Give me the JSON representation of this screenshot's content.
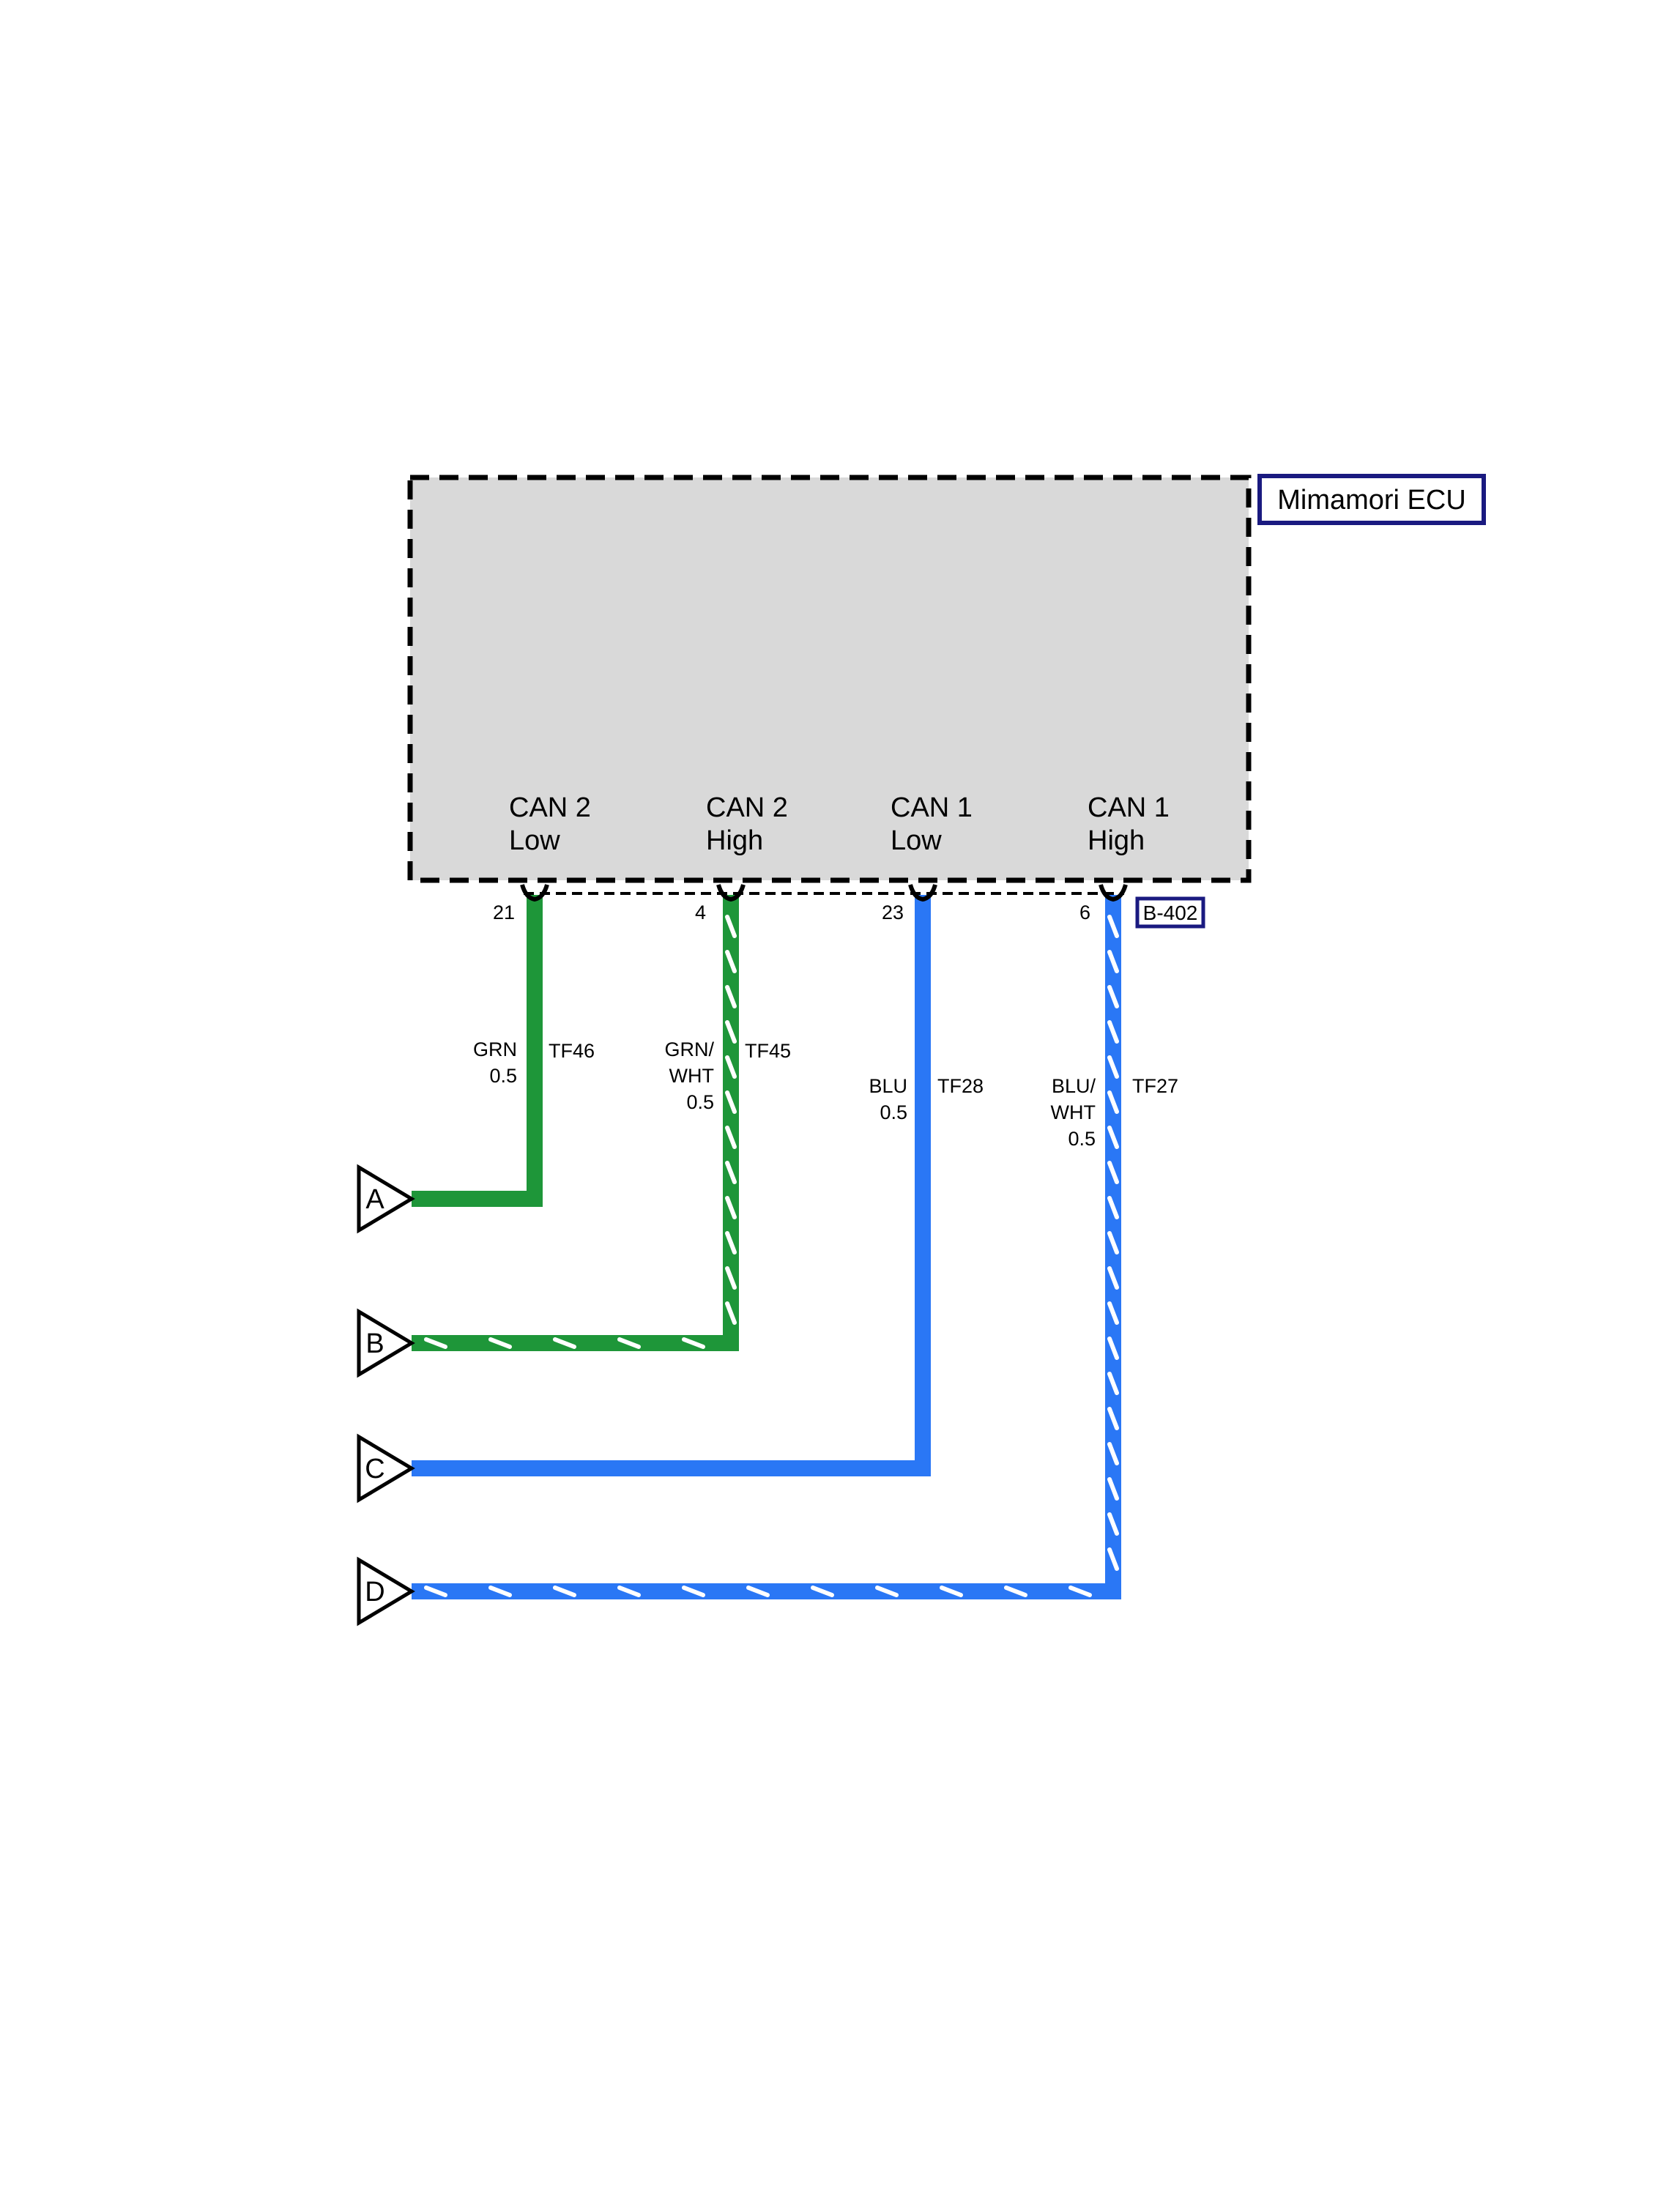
{
  "ecu": {
    "name": "Mimamori ECU",
    "connector": "B-402",
    "body_color": "#d9d9d9",
    "label_border_color": "#1a1a80"
  },
  "colors": {
    "green": "#1e9639",
    "blue": "#2a77f5",
    "stripe": "#ffffff"
  },
  "pins": [
    {
      "id": "p21",
      "number": "21",
      "can_line1": "CAN 2",
      "can_line2": "Low",
      "wire_color": "GRN",
      "wire_color2": "",
      "size": "0.5",
      "circuit": "TF46",
      "striped": false,
      "color_key": "green",
      "terminal": "A"
    },
    {
      "id": "p4",
      "number": "4",
      "can_line1": "CAN 2",
      "can_line2": "High",
      "wire_color": "GRN/",
      "wire_color2": "WHT",
      "size": "0.5",
      "circuit": "TF45",
      "striped": true,
      "color_key": "green",
      "terminal": "B"
    },
    {
      "id": "p23",
      "number": "23",
      "can_line1": "CAN 1",
      "can_line2": "Low",
      "wire_color": "BLU",
      "wire_color2": "",
      "size": "0.5",
      "circuit": "TF28",
      "striped": false,
      "color_key": "blue",
      "terminal": "C"
    },
    {
      "id": "p6",
      "number": "6",
      "can_line1": "CAN 1",
      "can_line2": "High",
      "wire_color": "BLU/",
      "wire_color2": "WHT",
      "size": "0.5",
      "circuit": "TF27",
      "striped": true,
      "color_key": "blue",
      "terminal": "D"
    }
  ]
}
